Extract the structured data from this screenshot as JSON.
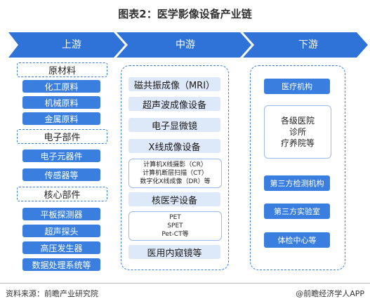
{
  "title": "图表2：医学影像设备产业链",
  "stages": [
    "上游",
    "中游",
    "下游"
  ],
  "upstream": {
    "group1_header": "原材料",
    "group1_items": [
      "化工原料",
      "机械原料",
      "金属原料"
    ],
    "group2_header": "电子部件",
    "group2_items": [
      "电子元器件",
      "传感器等"
    ],
    "group3_header": "核心部件",
    "group3_items": [
      "平板探测器",
      "超声探头",
      "高压发生器",
      "数据处理系统等"
    ]
  },
  "midstream": {
    "items": [
      "磁共振成像（MRI）",
      "超声波成像设备",
      "电子显微镜",
      "X线成像设备"
    ],
    "xray_list": [
      "计算机X线摄影（CR）",
      "计算机断层扫描（CT）",
      "数字化X线成像（DR）等"
    ],
    "nuclear": "核医学设备",
    "nuclear_list": [
      "PET",
      "SPET",
      "Pet-CT等"
    ],
    "endoscope": "医用内窥镜等"
  },
  "downstream": {
    "item1": "医疗机构",
    "hospitals": [
      "各级医院",
      "诊所",
      "疗养院等"
    ],
    "item2": "第三方检测机构",
    "item3": "第三方实验室",
    "item4": "体检中心等"
  },
  "footer": {
    "source": "资料来源：前瞻产业研究院",
    "brand": "@前瞻经济学人APP"
  }
}
